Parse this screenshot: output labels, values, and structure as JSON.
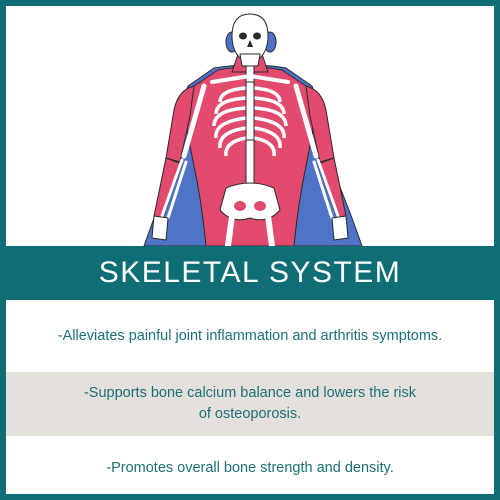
{
  "banner": {
    "title": "SKELETAL SYSTEM"
  },
  "benefits": [
    "-Alleviates painful joint inflammation and arthritis symptoms.",
    "-Supports bone calcium balance and lowers the risk of osteoporosis.",
    "-Promotes overall bone strength and density."
  ],
  "colors": {
    "frame": "#0f6e75",
    "banner": "#0f6e75",
    "text": "#1c6f78",
    "stripe": "#e4e1dc",
    "muscle": "#e24a6e",
    "vein": "#4f73c7",
    "bone": "#ffffff"
  },
  "illustration": {
    "icon": "skeleton-anatomy-icon"
  }
}
